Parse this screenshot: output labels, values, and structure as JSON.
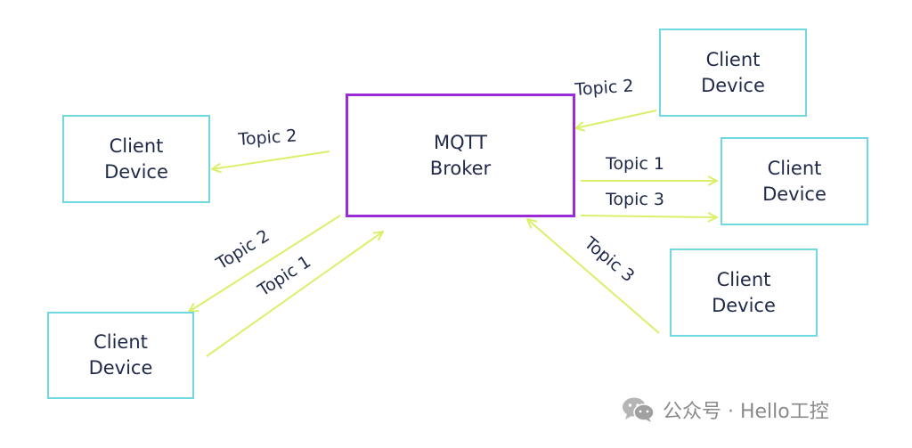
{
  "broker": {
    "line1": "MQTT",
    "line2": "Broker"
  },
  "clients": [
    {
      "line1": "Client",
      "line2": "Device"
    },
    {
      "line1": "Client",
      "line2": "Device"
    },
    {
      "line1": "Client",
      "line2": "Device"
    },
    {
      "line1": "Client",
      "line2": "Device"
    },
    {
      "line1": "Client",
      "line2": "Device"
    }
  ],
  "arrows": [
    {
      "label": "Topic 2"
    },
    {
      "label": "Topic 2"
    },
    {
      "label": "Topic 1"
    },
    {
      "label": "Topic 2"
    },
    {
      "label": "Topic 1"
    },
    {
      "label": "Topic 3"
    },
    {
      "label": "Topic 3"
    }
  ],
  "colors": {
    "broker_border": "#9b2bd6",
    "client_border": "#6fd8e0",
    "arrow": "#d9f06a",
    "text": "#1f2a4a"
  },
  "watermark": {
    "icon": "wechat-icon",
    "text": "公众号 · Hello工控"
  }
}
